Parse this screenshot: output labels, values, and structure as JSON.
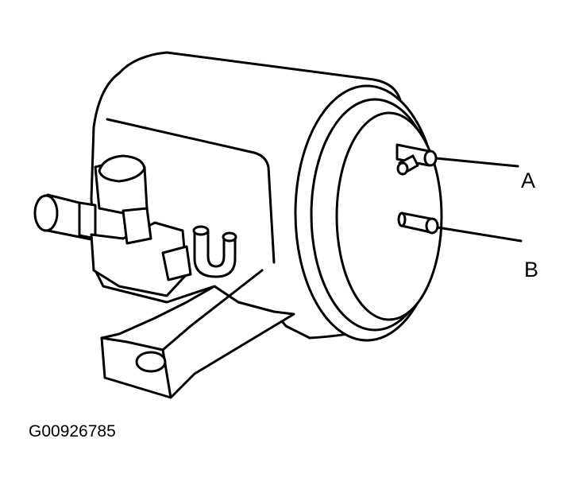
{
  "diagram": {
    "callouts": [
      {
        "label": "A"
      },
      {
        "label": "B"
      }
    ],
    "figure_id": "G00926785",
    "colors": {
      "line": "#000000",
      "background": "#ffffff"
    }
  }
}
